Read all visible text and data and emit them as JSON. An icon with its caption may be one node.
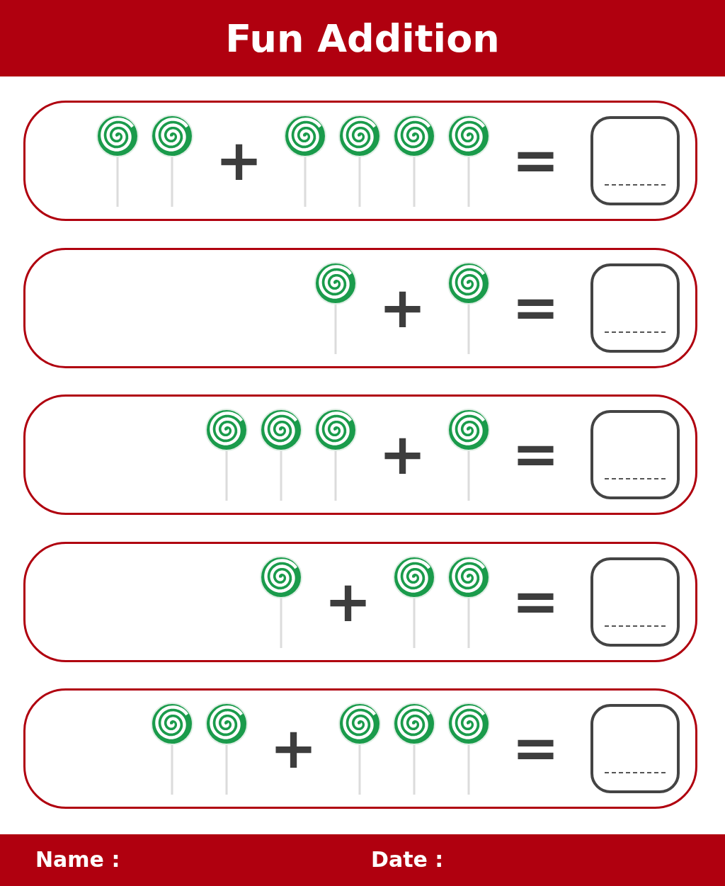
{
  "diagram": {
    "title": "Fun Addition",
    "nodes": [
      {
        "text": [],
        "shape": "box"
      },
      {
        "text": [],
        "shape": "picture",
        "in": 0
      },
      {
        "text": [],
        "shape": "picture",
        "in": 0
      },
      {
        "text": [
          "+"
        ],
        "in": 0
      },
      {
        "text": [],
        "shape": "picture",
        "in": 0
      },
      {
        "text": [],
        "shape": "picture",
        "in": 0
      },
      {
        "text": [],
        "shape": "picture",
        "in": 0
      },
      {
        "text": [],
        "shape": "picture",
        "in": 0
      },
      {
        "text": [
          "="
        ],
        "in": 0
      },
      {
        "text": [],
        "shape": "box",
        "in": 0
      },
      {
        "text": [],
        "shape": "box"
      },
      {
        "text": [],
        "shape": "picture",
        "in": 10
      },
      {
        "text": [
          "+"
        ],
        "in": 10
      },
      {
        "text": [],
        "shape": "picture",
        "in": 10
      },
      {
        "text": [
          "="
        ],
        "in": 10
      },
      {
        "text": [],
        "shape": "box",
        "in": 10
      },
      {
        "text": [],
        "shape": "box"
      },
      {
        "text": [],
        "shape": "picture",
        "in": 16
      },
      {
        "text": [],
        "shape": "picture",
        "in": 16
      },
      {
        "text": [],
        "shape": "picture",
        "in": 16
      },
      {
        "text": [
          "+"
        ],
        "in": 16
      },
      {
        "text": [],
        "shape": "picture",
        "in": 16
      },
      {
        "text": [
          "="
        ],
        "in": 16
      },
      {
        "text": [],
        "shape": "box",
        "in": 16
      },
      {
        "text": [],
        "shape": "box"
      },
      {
        "text": [],
        "shape": "picture",
        "in": 24
      },
      {
        "text": [
          "+"
        ],
        "in": 24
      },
      {
        "text": [],
        "shape": "picture",
        "in": 24
      },
      {
        "text": [],
        "shape": "picture",
        "in": 24
      },
      {
        "text": [
          "="
        ],
        "in": 24
      },
      {
        "text": [],
        "shape": "box",
        "in": 24
      },
      {
        "text": [],
        "shape": "box"
      },
      {
        "text": [],
        "shape": "picture",
        "in": 31
      },
      {
        "text": [],
        "shape": "picture",
        "in": 31
      },
      {
        "text": [
          "+"
        ],
        "in": 31
      },
      {
        "text": [],
        "shape": "picture",
        "in": 31
      },
      {
        "text": [],
        "shape": "picture",
        "in": 31
      },
      {
        "text": [],
        "shape": "picture",
        "in": 31
      },
      {
        "text": [
          "="
        ],
        "in": 31
      },
      {
        "text": [],
        "shape": "box",
        "in": 31
      }
    ],
    "labels": [
      "Name :",
      "Date :"
    ]
  }
}
